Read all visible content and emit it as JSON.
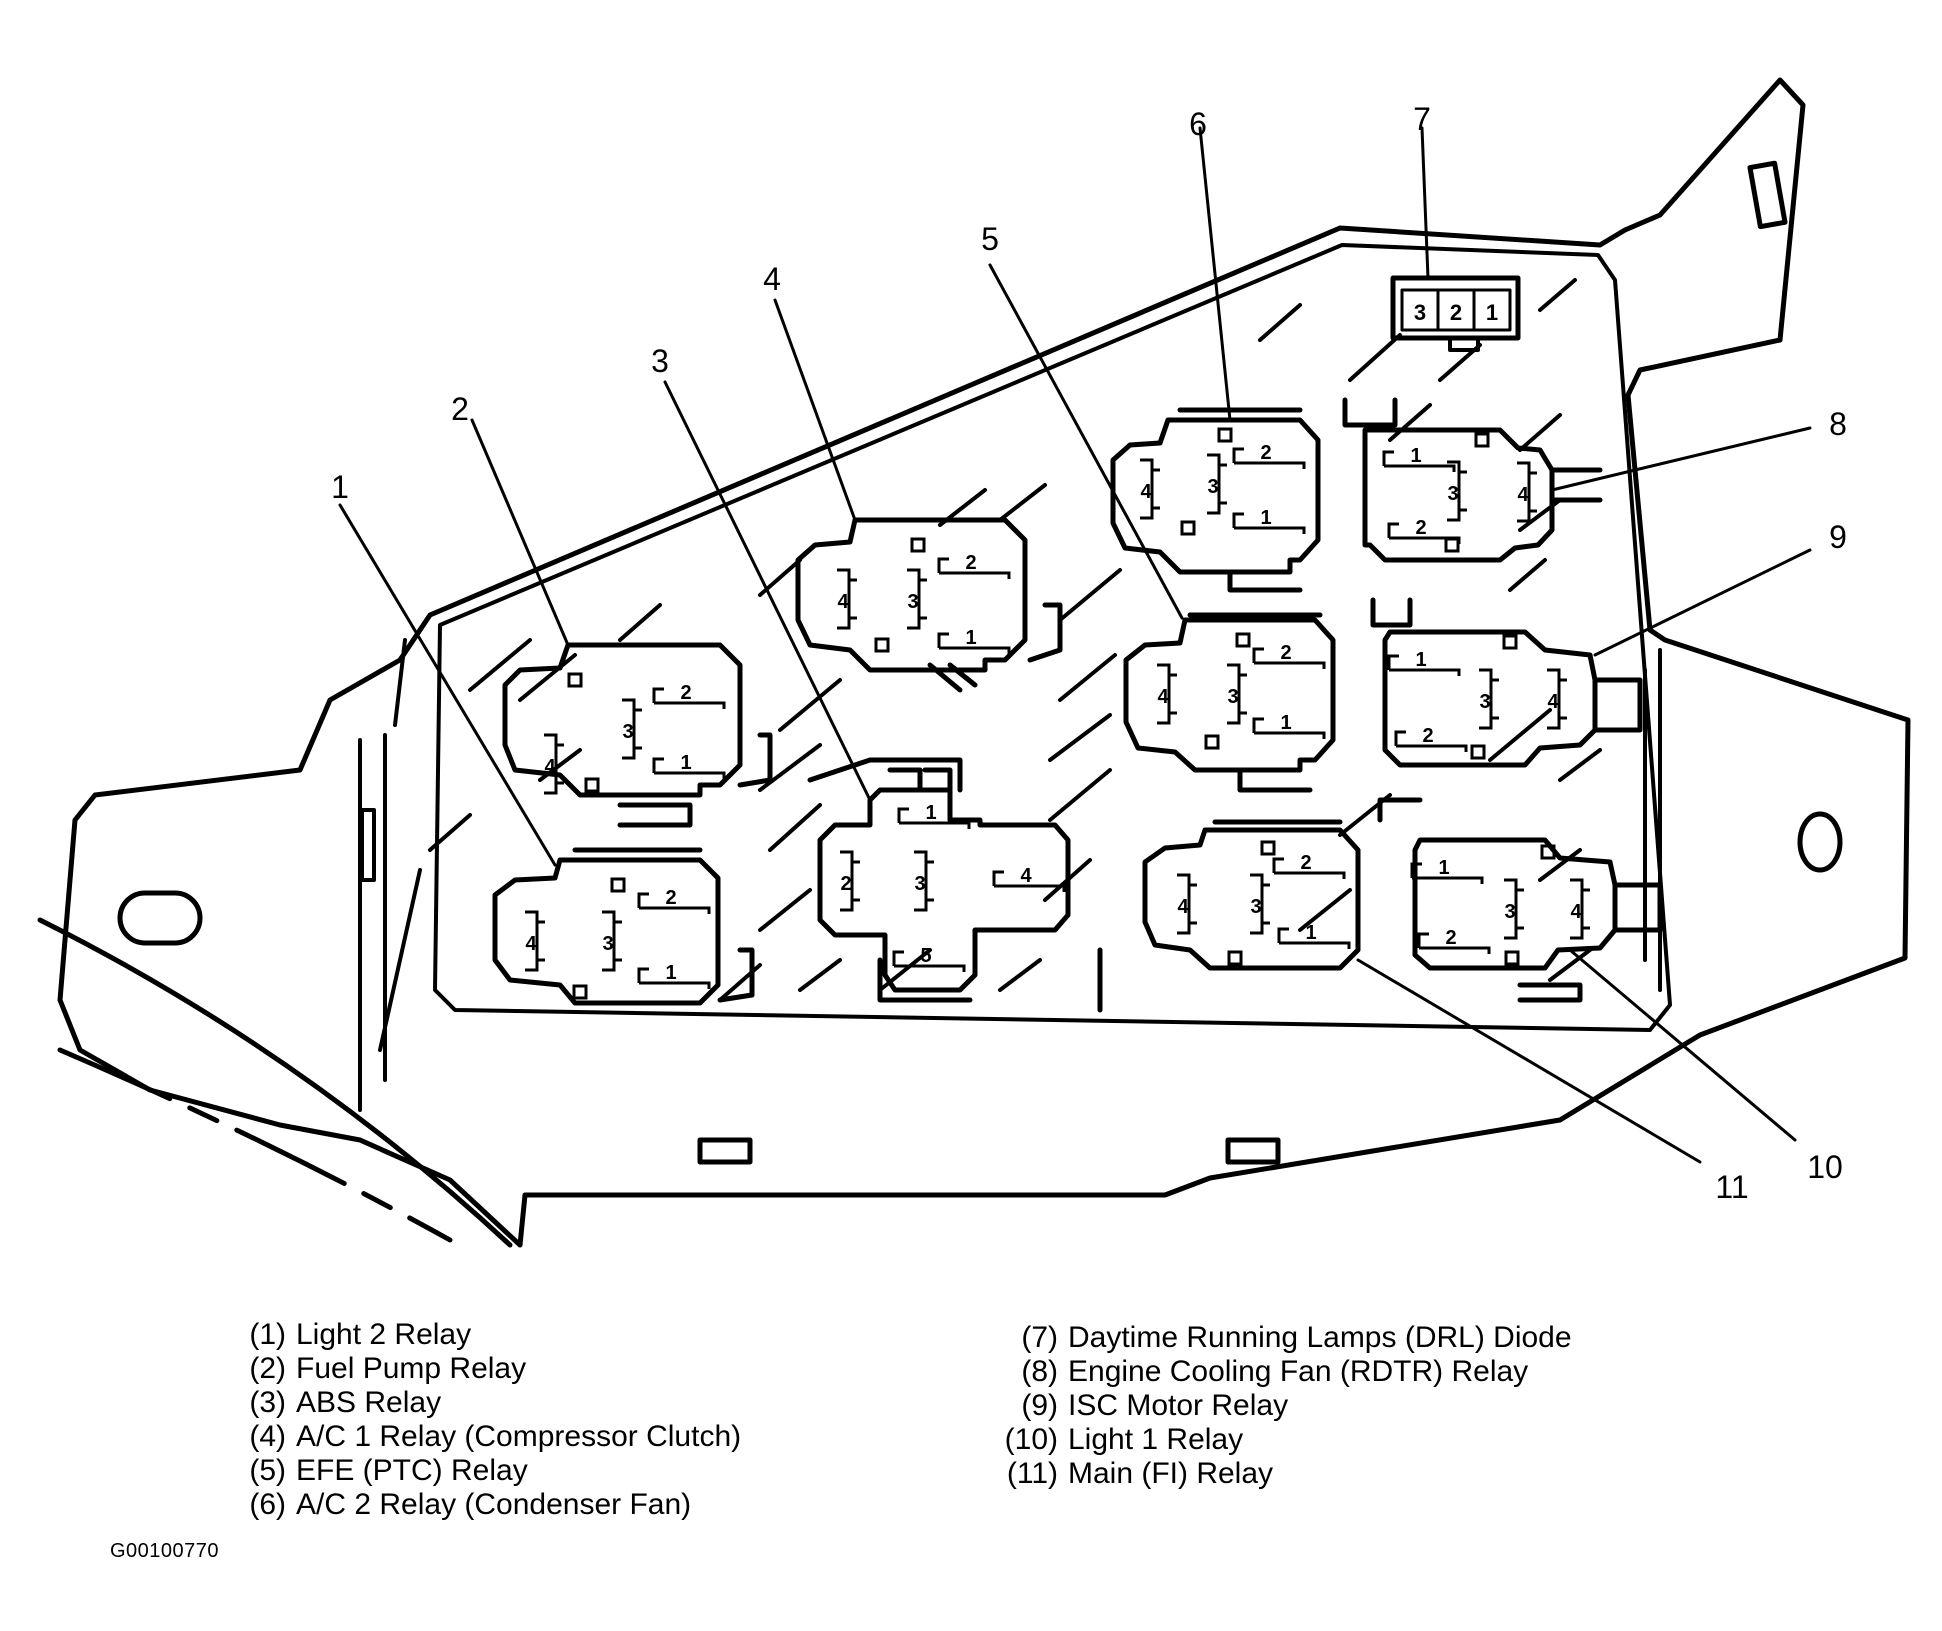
{
  "callouts": [
    "1",
    "2",
    "3",
    "4",
    "5",
    "6",
    "7",
    "8",
    "9",
    "10",
    "11"
  ],
  "terminals": {
    "t1": "1",
    "t2": "2",
    "t3": "3",
    "t4": "4",
    "t5": "5"
  },
  "diode_pins": [
    "3",
    "2",
    "1"
  ],
  "legend": {
    "left": [
      {
        "num": "(1)",
        "label": "Light 2 Relay"
      },
      {
        "num": "(2)",
        "label": "Fuel Pump Relay"
      },
      {
        "num": "(3)",
        "label": "ABS Relay"
      },
      {
        "num": "(4)",
        "label": "A/C 1 Relay (Compressor Clutch)"
      },
      {
        "num": "(5)",
        "label": "EFE (PTC) Relay"
      },
      {
        "num": "(6)",
        "label": "A/C 2 Relay (Condenser Fan)"
      }
    ],
    "right": [
      {
        "num": "(7)",
        "label": "Daytime Running Lamps (DRL) Diode"
      },
      {
        "num": "(8)",
        "label": "Engine Cooling Fan (RDTR) Relay"
      },
      {
        "num": "(9)",
        "label": "ISC Motor Relay"
      },
      {
        "num": "(10)",
        "label": "Light 1 Relay"
      },
      {
        "num": "(11)",
        "label": "Main (FI) Relay"
      }
    ]
  },
  "figure_id": "G00100770"
}
